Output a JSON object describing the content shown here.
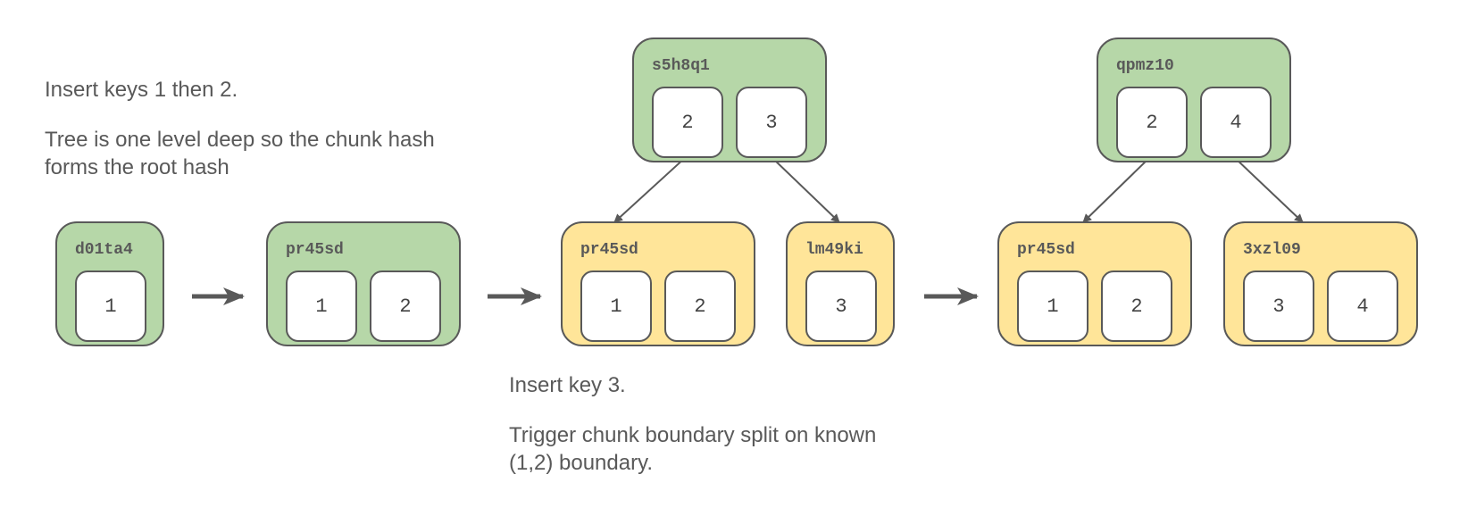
{
  "notes": {
    "left": {
      "line1": "Insert keys 1 then 2.",
      "line2": "Tree is one level deep so the chunk hash",
      "line3": "forms the root hash"
    },
    "bottom": {
      "line1": "Insert key 3.",
      "line2": "Trigger chunk boundary split on known",
      "line3": "(1,2) boundary."
    }
  },
  "stages": [
    {
      "nodes": [
        {
          "hash": "d01ta4",
          "color": "#b6d7a8",
          "keys": [
            "1"
          ]
        }
      ]
    },
    {
      "nodes": [
        {
          "hash": "pr45sd",
          "color": "#b6d7a8",
          "keys": [
            "1",
            "2"
          ]
        }
      ]
    },
    {
      "root": {
        "hash": "s5h8q1",
        "color": "#b6d7a8",
        "keys": [
          "2",
          "3"
        ]
      },
      "leaves": [
        {
          "hash": "pr45sd",
          "color": "#ffe599",
          "keys": [
            "1",
            "2"
          ]
        },
        {
          "hash": "lm49ki",
          "color": "#ffe599",
          "keys": [
            "3"
          ]
        }
      ]
    },
    {
      "root": {
        "hash": "qpmz10",
        "color": "#b6d7a8",
        "keys": [
          "2",
          "4"
        ]
      },
      "leaves": [
        {
          "hash": "pr45sd",
          "color": "#ffe599",
          "keys": [
            "1",
            "2"
          ]
        },
        {
          "hash": "3xzl09",
          "color": "#ffe599",
          "keys": [
            "3",
            "4"
          ]
        }
      ]
    }
  ],
  "colors": {
    "stroke": "#595959",
    "leaf": "#ffe599",
    "internal": "#b6d7a8",
    "text": "#595959"
  }
}
